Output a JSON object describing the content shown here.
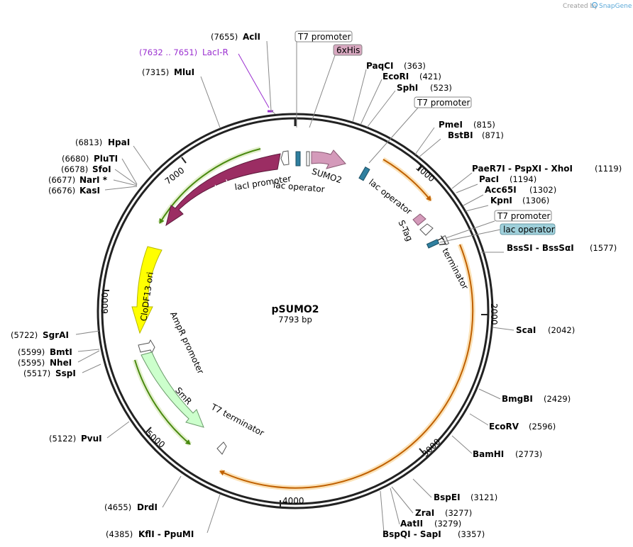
{
  "credit": {
    "prefix": "Created by",
    "brand": "SnapGene"
  },
  "plasmid": {
    "name": "pSUMO2",
    "size_text": "7793 bp",
    "length": 7793
  },
  "ticks": [
    "1000",
    "2000",
    "3000",
    "4000",
    "5000",
    "6000",
    "7000"
  ],
  "sites": [
    {
      "id": "acli",
      "name": "AclI",
      "pos": "(7655)"
    },
    {
      "id": "laci-r",
      "name": "LacI-R",
      "pos": "(7632 .. 7651)",
      "color": "#9b30d0"
    },
    {
      "id": "mlui",
      "name": "MluI",
      "pos": "(7315)"
    },
    {
      "id": "hpai",
      "name": "HpaI",
      "pos": "(6813)"
    },
    {
      "id": "pluti",
      "name": "PluTI",
      "pos": "(6680)"
    },
    {
      "id": "sfoi",
      "name": "SfoI",
      "pos": "(6678)"
    },
    {
      "id": "nari",
      "name": "NarI *",
      "pos": "(6677)"
    },
    {
      "id": "kasi",
      "name": "KasI",
      "pos": "(6676)"
    },
    {
      "id": "sgrai",
      "name": "SgrAI",
      "pos": "(5722)"
    },
    {
      "id": "bmti",
      "name": "BmtI",
      "pos": "(5599)"
    },
    {
      "id": "nhei",
      "name": "NheI",
      "pos": "(5595)"
    },
    {
      "id": "sspi",
      "name": "SspI",
      "pos": "(5517)"
    },
    {
      "id": "pvui",
      "name": "PvuI",
      "pos": "(5122)"
    },
    {
      "id": "drdi",
      "name": "DrdI",
      "pos": "(4655)"
    },
    {
      "id": "kfli",
      "name": "KflI  -  PpuMI",
      "pos": "(4385)"
    },
    {
      "id": "paqci",
      "name": "PaqCI",
      "pos": "(363)"
    },
    {
      "id": "ecori",
      "name": "EcoRI",
      "pos": "(421)"
    },
    {
      "id": "sphi",
      "name": "SphI",
      "pos": "(523)"
    },
    {
      "id": "pmei",
      "name": "PmeI",
      "pos": "(815)"
    },
    {
      "id": "bstbi",
      "name": "BstBI",
      "pos": "(871)"
    },
    {
      "id": "paer7i",
      "name": "PaeR7I  -  PspXI  -  XhoI",
      "pos": "(1119)"
    },
    {
      "id": "paci",
      "name": "PacI",
      "pos": "(1194)"
    },
    {
      "id": "acc65i",
      "name": "Acc65I",
      "pos": "(1302)"
    },
    {
      "id": "kpni",
      "name": "KpnI",
      "pos": "(1306)"
    },
    {
      "id": "bsssi",
      "name": "BssSI  -  BssSαI",
      "pos": "(1577)"
    },
    {
      "id": "scai",
      "name": "ScaI",
      "pos": "(2042)"
    },
    {
      "id": "bmgbi",
      "name": "BmgBI",
      "pos": "(2429)"
    },
    {
      "id": "ecorv",
      "name": "EcoRV",
      "pos": "(2596)"
    },
    {
      "id": "bamhi",
      "name": "BamHI",
      "pos": "(2773)"
    },
    {
      "id": "bspei",
      "name": "BspEI",
      "pos": "(3121)"
    },
    {
      "id": "zrai",
      "name": "ZraI",
      "pos": "(3277)"
    },
    {
      "id": "aatii",
      "name": "AatII",
      "pos": "(3279)"
    },
    {
      "id": "bspqi",
      "name": "BspQI  -  SapI",
      "pos": "(3357)"
    }
  ],
  "features": {
    "laci": "lacI",
    "laci_promoter": "lacI promoter",
    "lac_operator": "lac operator",
    "sumo2": "SUMO2",
    "lac_operator_2": "lac operator",
    "stag": "S-Tag",
    "t7_terminator": "T7 terminator",
    "clodf13": "CloDF13 ori",
    "ampr_promoter": "AmpR promoter",
    "smr": "SmR",
    "t7_terminator_2": "T7 terminator"
  },
  "boxed_labels": {
    "t7_promoter_top": "T7 promoter",
    "his6": "6xHis",
    "t7_promoter_mid": "T7 promoter",
    "t7_promoter_right": "T7 promoter",
    "lac_operator_right": "lac operator"
  },
  "colors": {
    "laci": "#9b2d63",
    "sumo2": "#d49aba",
    "ori": "#ffff00",
    "smr": "#ccffcc",
    "orf_green": "#4a8a10",
    "orf_orange": "#c06000",
    "operator": "#2f7f9f",
    "his6_fill": "#d8a8c0",
    "lac_operator_fill": "#9fd0db"
  }
}
